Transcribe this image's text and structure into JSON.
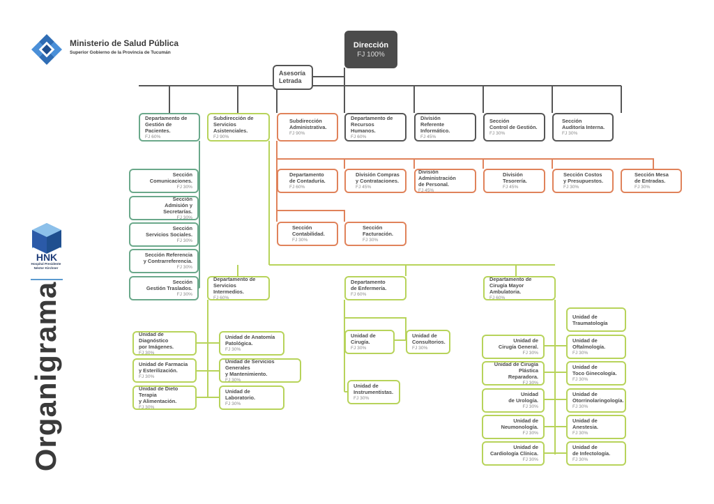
{
  "header": {
    "ministry_title": "Ministerio de Salud Pública",
    "ministry_subtitle": "Superior Gobierno de la Provincia de Tucumán",
    "hospital_logo_text": "HNK",
    "hospital_name": "Hospital Presidente\nNéstor Kirchner",
    "page_title": "Organigrama"
  },
  "colors": {
    "dark": "#4b4b4b",
    "teal": "#6aa88a",
    "lime": "#b7d35a",
    "orange": "#e0825a",
    "ministry_blue": "#2f6db5",
    "hospital_blue": "#2b5aa8"
  },
  "nodes": [
    {
      "id": "direccion",
      "name": "Dirección",
      "fj": "FJ 100%",
      "color": "dark"
    },
    {
      "id": "asesoria",
      "name": "Asesoría\nLetrada",
      "fj": "",
      "color": "black"
    },
    {
      "id": "dep-pacientes",
      "name": "Departamento de\nGestión de Pacientes.",
      "fj": "FJ 60%",
      "color": "teal"
    },
    {
      "id": "sub-asistenciales",
      "name": "Subdirección de\nServicios Asistenciales.",
      "fj": "FJ 90%",
      "color": "lime"
    },
    {
      "id": "sub-administrativa",
      "name": "Subdirección\nAdministrativa.",
      "fj": "FJ 90%",
      "color": "orange"
    },
    {
      "id": "dep-rrhh",
      "name": "Departamento de\nRecursos Humanos.",
      "fj": "FJ 60%",
      "color": "black"
    },
    {
      "id": "div-informatico",
      "name": "División\nReferente Informático.",
      "fj": "FJ 45%",
      "color": "black"
    },
    {
      "id": "sec-gestion",
      "name": "Sección\nControl de Gestión.",
      "fj": "FJ 30%",
      "color": "black"
    },
    {
      "id": "sec-auditoria",
      "name": "Sección\nAuditoría Interna.",
      "fj": "FJ 30%",
      "color": "black"
    },
    {
      "id": "sec-comunicaciones",
      "name": "Sección\nComunicaciones.",
      "fj": "FJ 30%",
      "color": "teal"
    },
    {
      "id": "sec-admision",
      "name": "Sección\nAdmisión y Secretarías.",
      "fj": "FJ 30%",
      "color": "teal"
    },
    {
      "id": "sec-sociales",
      "name": "Sección\nServicios Sociales.",
      "fj": "FJ 30%",
      "color": "teal"
    },
    {
      "id": "sec-referencia",
      "name": "Sección Referencia\ny Contrarreferencia.",
      "fj": "FJ 30%",
      "color": "teal"
    },
    {
      "id": "sec-traslados",
      "name": "Sección\nGestión Traslados.",
      "fj": "FJ 30%",
      "color": "teal"
    },
    {
      "id": "dep-contaduria",
      "name": "Departamento\nde Contaduría.",
      "fj": "FJ 60%",
      "color": "orange"
    },
    {
      "id": "div-compras",
      "name": "División Compras\ny Contrataciones.",
      "fj": "FJ 45%",
      "color": "orange"
    },
    {
      "id": "div-personal",
      "name": "División Administración\nde Personal.",
      "fj": "FJ 45%",
      "color": "orange"
    },
    {
      "id": "div-tesoreria",
      "name": "División\nTesorería.",
      "fj": "FJ 45%",
      "color": "orange"
    },
    {
      "id": "sec-costos",
      "name": "Sección Costos\ny Presupuestos.",
      "fj": "FJ 30%",
      "color": "orange"
    },
    {
      "id": "sec-entradas",
      "name": "Sección Mesa\nde Entradas.",
      "fj": "FJ 30%",
      "color": "orange"
    },
    {
      "id": "sec-contabilidad",
      "name": "Sección\nContabilidad.",
      "fj": "FJ 30%",
      "color": "orange"
    },
    {
      "id": "sec-facturacion",
      "name": "Sección\nFacturación.",
      "fj": "FJ 30%",
      "color": "orange"
    },
    {
      "id": "dep-intermedios",
      "name": "Departamento de\nServicios Intermedios.",
      "fj": "FJ 60%",
      "color": "lime"
    },
    {
      "id": "dep-enfermeria",
      "name": "Departamento\nde Enfermería.",
      "fj": "FJ 60%",
      "color": "lime"
    },
    {
      "id": "dep-cirugia-mayor",
      "name": "Departamento de\nCirugía Mayor Ambulatoria.",
      "fj": "FJ 60%",
      "color": "lime"
    },
    {
      "id": "u-diagnostico",
      "name": "Unidad de Diagnóstico\npor Imágenes.",
      "fj": "FJ 30%",
      "color": "lime"
    },
    {
      "id": "u-anatomia",
      "name": "Unidad de Anatomía\nPatológica.",
      "fj": "FJ 30%",
      "color": "lime"
    },
    {
      "id": "u-farmacia",
      "name": "Unidad de Farmacia\ny Esterilización.",
      "fj": "FJ 30%",
      "color": "lime"
    },
    {
      "id": "u-servicios-generales",
      "name": "Unidad de Servicios Generales\ny Mantenimiento.",
      "fj": "FJ 30%",
      "color": "lime"
    },
    {
      "id": "u-dieto",
      "name": "Unidad de Dieto Terapia\ny Alimentación.",
      "fj": "FJ 30%",
      "color": "lime"
    },
    {
      "id": "u-laboratorio",
      "name": "Unidad de\nLaboratorio.",
      "fj": "FJ 30%",
      "color": "lime"
    },
    {
      "id": "u-cirugia",
      "name": "Unidad de Cirugía.",
      "fj": "FJ 30%",
      "color": "lime"
    },
    {
      "id": "u-consultorios",
      "name": "Unidad de\nConsultorios.",
      "fj": "FJ 30%",
      "color": "lime"
    },
    {
      "id": "u-instrumentistas",
      "name": "Unidad de\nInstrumentistas.",
      "fj": "FJ 30%",
      "color": "lime"
    },
    {
      "id": "u-traumatologia",
      "name": "Unidad de\nTraumatología",
      "fj": "",
      "color": "lime"
    },
    {
      "id": "u-cirugia-general",
      "name": "Unidad de\nCirugía General.",
      "fj": "FJ 30%",
      "color": "lime"
    },
    {
      "id": "u-oftalmologia",
      "name": "Unidad de\nOftalmología.",
      "fj": "FJ 30%",
      "color": "lime"
    },
    {
      "id": "u-plastica",
      "name": "Unidad de Cirugía\nPlástica Reparadora.",
      "fj": "FJ 30%",
      "color": "lime"
    },
    {
      "id": "u-toco",
      "name": "Unidad de\nToco Ginecología.",
      "fj": "FJ 30%",
      "color": "lime"
    },
    {
      "id": "u-urologia",
      "name": "Unidad\nde Urología.",
      "fj": "FJ 30%",
      "color": "lime"
    },
    {
      "id": "u-otorrino",
      "name": "Unidad de\nOtorrinolaringología.",
      "fj": "FJ 30%",
      "color": "lime"
    },
    {
      "id": "u-neumonologia",
      "name": "Unidad de\nNeumonología.",
      "fj": "FJ 30%",
      "color": "lime"
    },
    {
      "id": "u-anestesia",
      "name": "Unidad de\nAnestesia.",
      "fj": "FJ 30%",
      "color": "lime"
    },
    {
      "id": "u-cardiologia",
      "name": "Unidad de\nCardiología Clínica.",
      "fj": "FJ 30%",
      "color": "lime"
    },
    {
      "id": "u-infectologia",
      "name": "Unidad de\nde Infectología.",
      "fj": "FJ 30%",
      "color": "lime"
    }
  ],
  "edges": [
    [
      "direccion",
      "asesoria"
    ],
    [
      "direccion",
      "dep-pacientes"
    ],
    [
      "direccion",
      "sub-asistenciales"
    ],
    [
      "direccion",
      "sub-administrativa"
    ],
    [
      "direccion",
      "dep-rrhh"
    ],
    [
      "direccion",
      "div-informatico"
    ],
    [
      "direccion",
      "sec-gestion"
    ],
    [
      "direccion",
      "sec-auditoria"
    ],
    [
      "dep-pacientes",
      "sec-comunicaciones"
    ],
    [
      "dep-pacientes",
      "sec-admision"
    ],
    [
      "dep-pacientes",
      "sec-sociales"
    ],
    [
      "dep-pacientes",
      "sec-referencia"
    ],
    [
      "dep-pacientes",
      "sec-traslados"
    ],
    [
      "sub-administrativa",
      "dep-contaduria"
    ],
    [
      "sub-administrativa",
      "div-compras"
    ],
    [
      "sub-administrativa",
      "div-personal"
    ],
    [
      "sub-administrativa",
      "div-tesoreria"
    ],
    [
      "sub-administrativa",
      "sec-costos"
    ],
    [
      "sub-administrativa",
      "sec-entradas"
    ],
    [
      "sub-administrativa",
      "sec-contabilidad"
    ],
    [
      "sub-administrativa",
      "sec-facturacion"
    ],
    [
      "sub-asistenciales",
      "dep-intermedios"
    ],
    [
      "sub-asistenciales",
      "dep-enfermeria"
    ],
    [
      "sub-asistenciales",
      "dep-cirugia-mayor"
    ],
    [
      "dep-intermedios",
      "u-diagnostico"
    ],
    [
      "dep-intermedios",
      "u-anatomia"
    ],
    [
      "dep-intermedios",
      "u-farmacia"
    ],
    [
      "dep-intermedios",
      "u-servicios-generales"
    ],
    [
      "dep-intermedios",
      "u-dieto"
    ],
    [
      "dep-intermedios",
      "u-laboratorio"
    ],
    [
      "dep-enfermeria",
      "u-cirugia"
    ],
    [
      "dep-enfermeria",
      "u-consultorios"
    ],
    [
      "dep-enfermeria",
      "u-instrumentistas"
    ],
    [
      "dep-cirugia-mayor",
      "u-traumatologia"
    ],
    [
      "dep-cirugia-mayor",
      "u-cirugia-general"
    ],
    [
      "dep-cirugia-mayor",
      "u-oftalmologia"
    ],
    [
      "dep-cirugia-mayor",
      "u-plastica"
    ],
    [
      "dep-cirugia-mayor",
      "u-toco"
    ],
    [
      "dep-cirugia-mayor",
      "u-urologia"
    ],
    [
      "dep-cirugia-mayor",
      "u-otorrino"
    ],
    [
      "dep-cirugia-mayor",
      "u-neumonologia"
    ],
    [
      "dep-cirugia-mayor",
      "u-anestesia"
    ],
    [
      "dep-cirugia-mayor",
      "u-cardiologia"
    ],
    [
      "dep-cirugia-mayor",
      "u-infectologia"
    ]
  ]
}
